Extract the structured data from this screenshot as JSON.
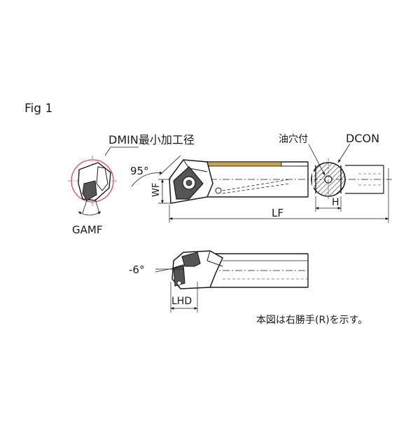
{
  "figure": {
    "label": "Fig 1",
    "labels": {
      "dmin": "DMIN最小加工径",
      "oil_hole": "油穴付",
      "dcon": "DCON",
      "angle_95": "95°",
      "wf": "WF",
      "gamf": "GAMF",
      "lf": "LF",
      "h": "H",
      "angle_neg6": "-6°",
      "lhd": "LHD",
      "note": "本図は右勝手(R)を示す。"
    },
    "colors": {
      "line": "#1a1a1a",
      "highlight_red": "#d64a5c",
      "insert_fill": "#555555",
      "shank_tint": "#c9a44a",
      "background": "#ffffff"
    }
  }
}
